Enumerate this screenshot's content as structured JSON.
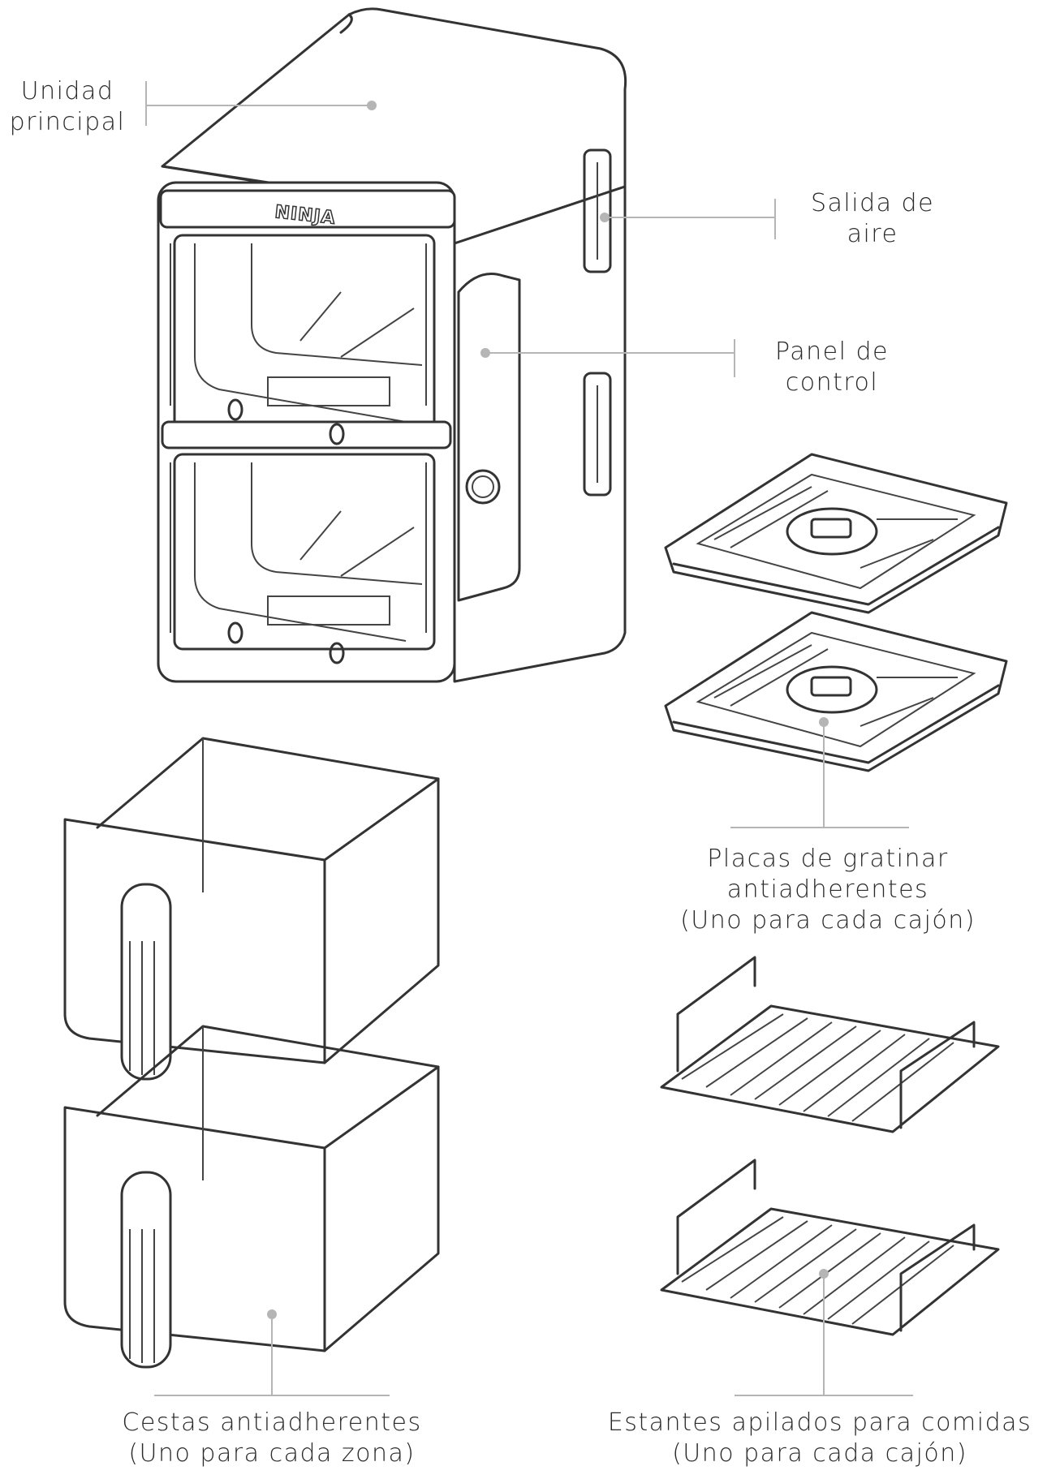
{
  "labels": {
    "main_unit": [
      "Unidad",
      "principal"
    ],
    "air_outlet": [
      "Salida de",
      "aire"
    ],
    "control_panel": [
      "Panel de",
      "control"
    ],
    "crisper_plates": [
      "Placas de gratinar",
      "antiadherentes",
      "(Uno para cada cajón)"
    ],
    "baskets": [
      "Cestas antiadherentes",
      "(Uno para cada zona)"
    ],
    "racks": [
      "Estantes apilados para comidas",
      "(Uno para cada cajón)"
    ]
  },
  "brand": {
    "logo_text": "NINJA"
  },
  "colors": {
    "line": "#333333",
    "leader": "#b5b5b5",
    "text": "#2a2a2a",
    "background": "#ffffff"
  }
}
